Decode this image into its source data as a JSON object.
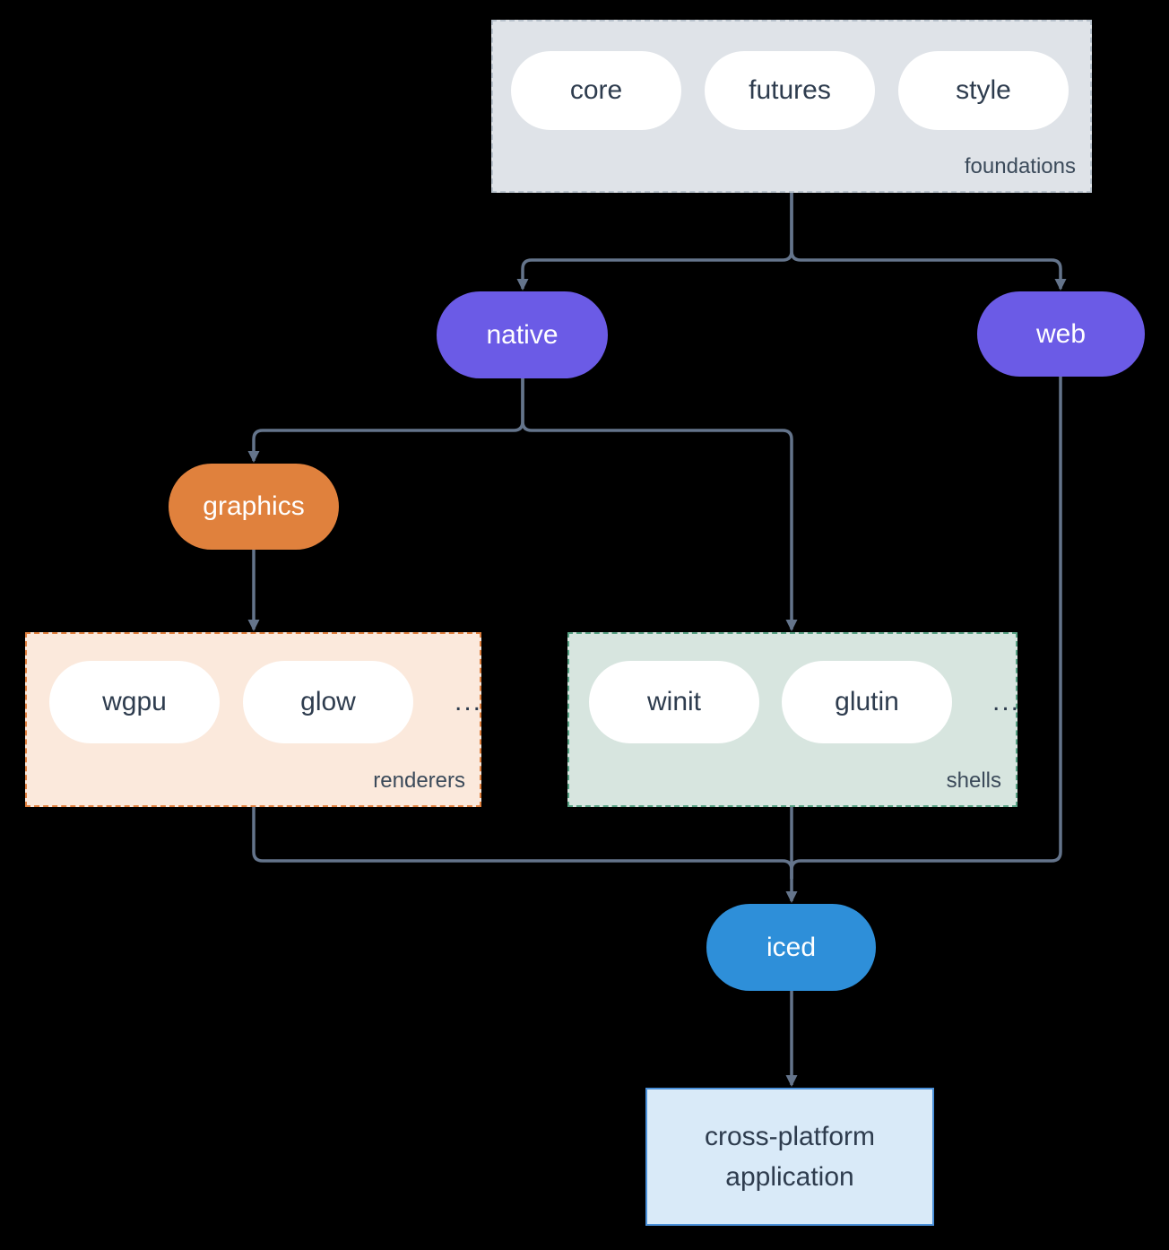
{
  "diagram": {
    "foundations": {
      "label": "foundations",
      "items": [
        "core",
        "futures",
        "style"
      ]
    },
    "native": {
      "label": "native"
    },
    "web": {
      "label": "web"
    },
    "graphics": {
      "label": "graphics"
    },
    "renderers": {
      "label": "renderers",
      "items": [
        "wgpu",
        "glow"
      ],
      "ellipsis": "..."
    },
    "shells": {
      "label": "shells",
      "items": [
        "winit",
        "glutin"
      ],
      "ellipsis": "..."
    },
    "iced": {
      "label": "iced"
    },
    "application": {
      "label": "cross-platform application"
    }
  },
  "colors": {
    "background": "#000000",
    "connector": "#64748b",
    "foundations_bg": "#dfe3e8",
    "foundations_border": "#b9c3cd",
    "node_purple": "#6b5be6",
    "node_orange": "#e0813d",
    "node_blue": "#2e8fd9",
    "renderers_bg": "#fbe9dc",
    "renderers_border": "#e0803e",
    "shells_bg": "#d7e5df",
    "shells_border": "#57a183",
    "application_bg": "#d9eaf8",
    "application_border": "#4a90d9",
    "pill_bg": "#ffffff",
    "pill_text": "#2e3c4e"
  }
}
